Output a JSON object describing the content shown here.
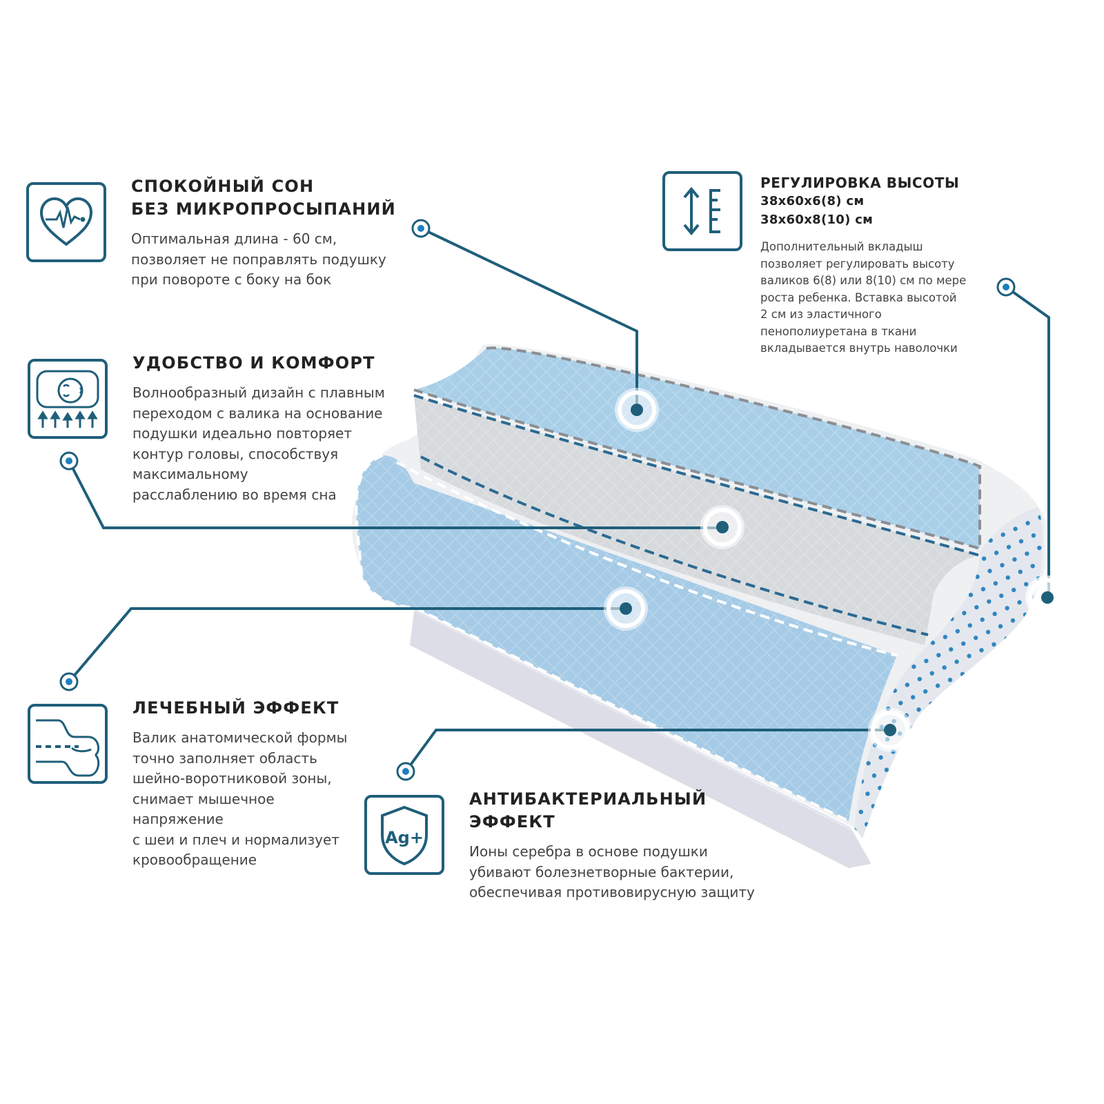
{
  "colors": {
    "accent": "#1f5f7a",
    "dot_inner": "#1e7fbf",
    "pillow_blue": "#a8cde6",
    "pillow_grey": "#d9dcdf",
    "base": "#e7e8ee"
  },
  "features": {
    "calm_sleep": {
      "icon": "heart-pulse-icon",
      "title": [
        "СПОКОЙНЫЙ СОН",
        "БЕЗ МИКРОПРОСЫПАНИЙ"
      ],
      "desc": [
        "Оптимальная длина - 60 см,",
        "позволяет не поправлять подушку",
        "при повороте с боку на бок"
      ]
    },
    "comfort": {
      "icon": "sleeping-head-icon",
      "title": [
        "УДОБСТВО И КОМФОРТ"
      ],
      "desc": [
        "Волнообразный дизайн с плавным",
        "переходом с валика на основание",
        "подушки идеально повторяет",
        "контур головы, способствуя",
        "максимальному",
        "расслаблению во время сна"
      ]
    },
    "healing": {
      "icon": "neck-support-icon",
      "title": [
        "ЛЕЧЕБНЫЙ ЭФФЕКТ"
      ],
      "desc": [
        "Валик анатомической формы",
        "точно заполняет область",
        "шейно-воротниковой зоны,",
        "снимает мышечное",
        "напряжение",
        "с шеи и плеч и нормализует",
        "кровообращение"
      ]
    },
    "antibacterial": {
      "icon": "silver-shield-icon",
      "icon_text": "Ag+",
      "title": [
        "АНТИБАКТЕРИАЛЬНЫЙ",
        "ЭФФЕКТ"
      ],
      "desc": [
        "Ионы серебра в основе подушки",
        "убивают болезнетворные бактерии,",
        "обеспечивая противовирусную защиту"
      ]
    },
    "height": {
      "icon": "height-ruler-icon",
      "title": [
        "РЕГУЛИРОВКА ВЫСОТЫ"
      ],
      "sizes": [
        "38х60х6(8) см",
        "38х60х8(10) см"
      ],
      "desc": [
        "Дополнительный вкладыш",
        "позволяет регулировать высоту",
        "валиков 6(8) или 8(10) см по мере",
        "роста ребенка. Вставка высотой",
        "2 см из эластичного",
        "пенополиуретана в ткани",
        "вкладывается внутрь наволочки"
      ]
    }
  }
}
